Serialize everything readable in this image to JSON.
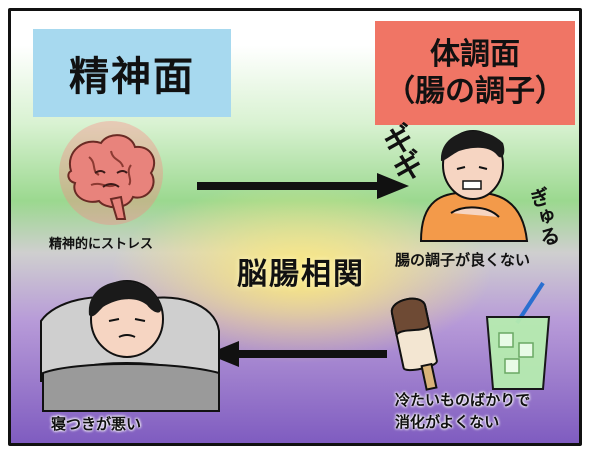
{
  "labels": {
    "mental": "精神面",
    "body_line1": "体調面",
    "body_line2": "（腸の調子）"
  },
  "center": "脳腸相関",
  "captions": {
    "stress": "精神的にストレス",
    "bad_gut": "腸の調子が良くない",
    "cold_food_line1": "冷たいものばかりで",
    "cold_food_line2": "消化がよくない",
    "bad_sleep": "寝つきが悪い"
  },
  "sfx": {
    "giku": "ギ\nギ",
    "guru": "ぎゅる"
  },
  "colors": {
    "mental_label_bg": "#a7d9ef",
    "body_label_bg": "#f07565",
    "brain": "#e8837c",
    "glow": "#ffe878"
  }
}
